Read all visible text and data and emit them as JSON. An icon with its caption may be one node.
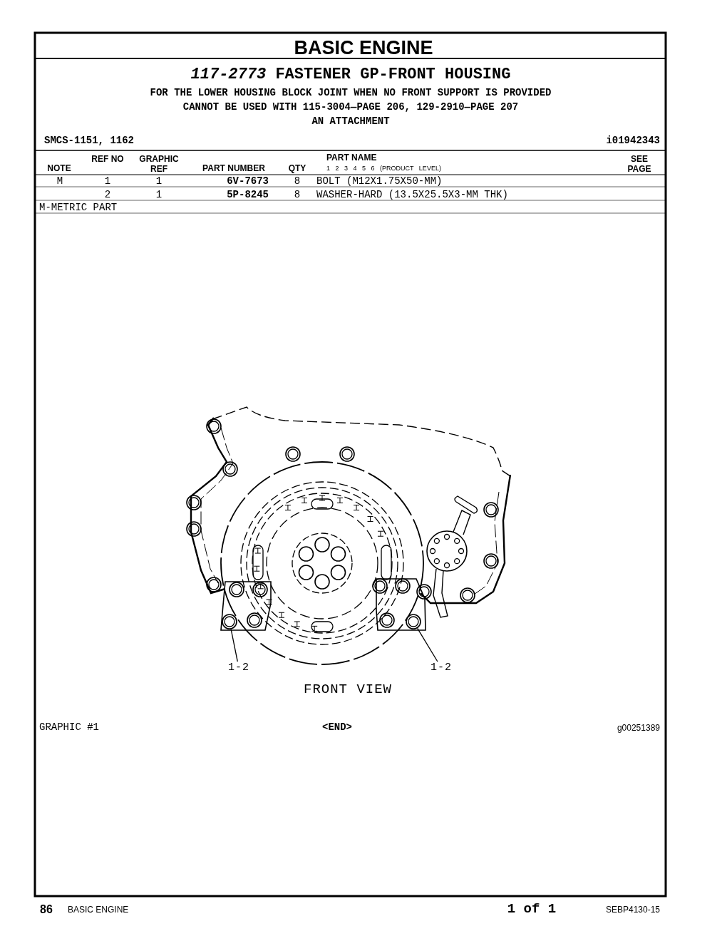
{
  "diagram": {
    "title": "BASIC ENGINE",
    "nodes": [
      {
        "text": [
          "1-2"
        ]
      },
      {
        "text": [],
        "shape": "circle"
      },
      {
        "text": [
          "1-2"
        ]
      },
      {
        "text": [],
        "shape": "circle"
      }
    ],
    "edges": [
      {
        "from": 0,
        "to": 1,
        "arrow": "none"
      },
      {
        "from": 2,
        "to": 3,
        "arrow": "none"
      }
    ],
    "labels": [
      "*117-2773* FASTENER GP-FRONT HOUSING",
      "FOR THE LOWER HOUSING BLOCK JOINT WHEN NO FRONT SUPPORT IS PROVIDED",
      "CANNOT BE USED WITH 115-3004—PAGE 206, 129-2910—PAGE 207",
      "AN ATTACHMENT",
      "SMCS-1151, 1162",
      "i01942343",
      "NOTE",
      "REF NO",
      "GRAPHIC REF",
      "PART NUMBER",
      "QTY",
      "PART NAME",
      "1 2 3 4 5 6 (PRODUCT LEVEL)",
      "SEE PAGE",
      "M",
      "1",
      "1",
      "6V-7673",
      "8",
      "BOLT (M12X1.75X50-MM)",
      "2",
      "1",
      "5P-8245",
      "8",
      "WASHER-HARD (13.5X25.5X3-MM THK)",
      "M-METRIC PART",
      "FRONT VIEW",
      "GRAPHIC #1",
      "<END>",
      "g00251389",
      "86",
      "BASIC ENGINE",
      "1 of 1",
      "SEBP4130-15"
    ]
  }
}
